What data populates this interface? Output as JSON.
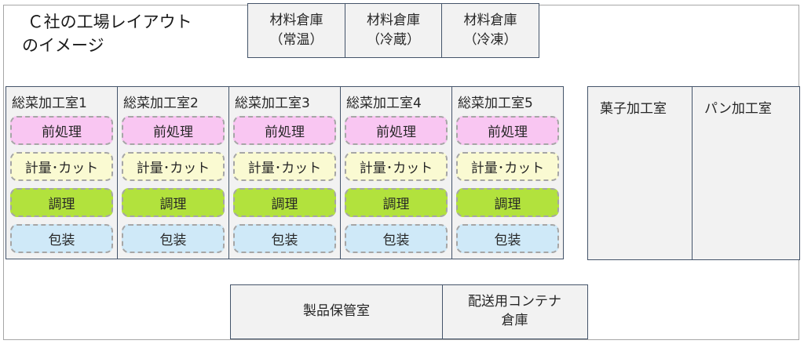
{
  "diagram": {
    "title": " Ｃ社の工場レイアウト\nのイメージ"
  },
  "material_warehouses": [
    {
      "label": "材料倉庫\n（常温）"
    },
    {
      "label": "材料倉庫\n（冷蔵）"
    },
    {
      "label": "材料倉庫\n（冷凍）"
    }
  ],
  "processing_rooms": [
    {
      "name": "総菜加工室1"
    },
    {
      "name": "総菜加工室2"
    },
    {
      "name": "総菜加工室3"
    },
    {
      "name": "総菜加工室4"
    },
    {
      "name": "総菜加工室5"
    }
  ],
  "process_steps": [
    {
      "label": "前処理",
      "color": "#f9c6f2"
    },
    {
      "label": "計量･カット",
      "color": "#fafad2"
    },
    {
      "label": "調理",
      "color": "#b2e23d"
    },
    {
      "label": "包装",
      "color": "#cfe9f8"
    }
  ],
  "side_rooms": [
    {
      "name": "菓子加工室"
    },
    {
      "name": "パン加工室"
    }
  ],
  "bottom_rooms": [
    {
      "label": "製品保管室"
    },
    {
      "label": "配送用コンテナ\n倉庫"
    }
  ],
  "colors": {
    "room_fill": "#f2f2f2",
    "room_border": "#44546a",
    "frame_border": "#a6a6a6",
    "dashed_border": "#a6a6a6",
    "text": "#262626"
  }
}
